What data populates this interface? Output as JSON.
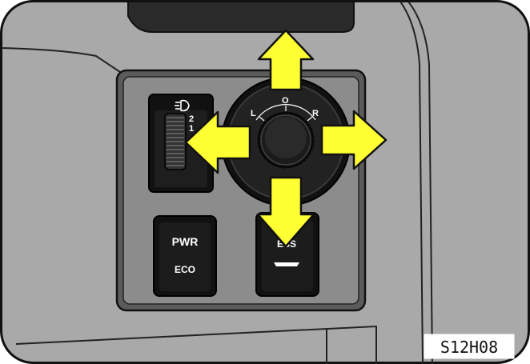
{
  "panel": {
    "buttons": {
      "power_mode": {
        "line1": "PWR",
        "line2": "ECO"
      },
      "ess": {
        "label": "ESS"
      }
    },
    "headlight_leveling": {
      "markings": [
        "2",
        "1"
      ]
    },
    "mirror_selector": {
      "left": "L",
      "off": "O",
      "right": "R"
    }
  },
  "figure_code": "S12H08",
  "colors": {
    "arrow_fill": "#ffff33",
    "panel_dark": "#595959",
    "panel_mid": "#8a8a8a",
    "background": "#a8a8a8"
  },
  "arrows": [
    "arrow-up-icon",
    "arrow-left-icon",
    "arrow-right-icon",
    "arrow-down-icon"
  ]
}
